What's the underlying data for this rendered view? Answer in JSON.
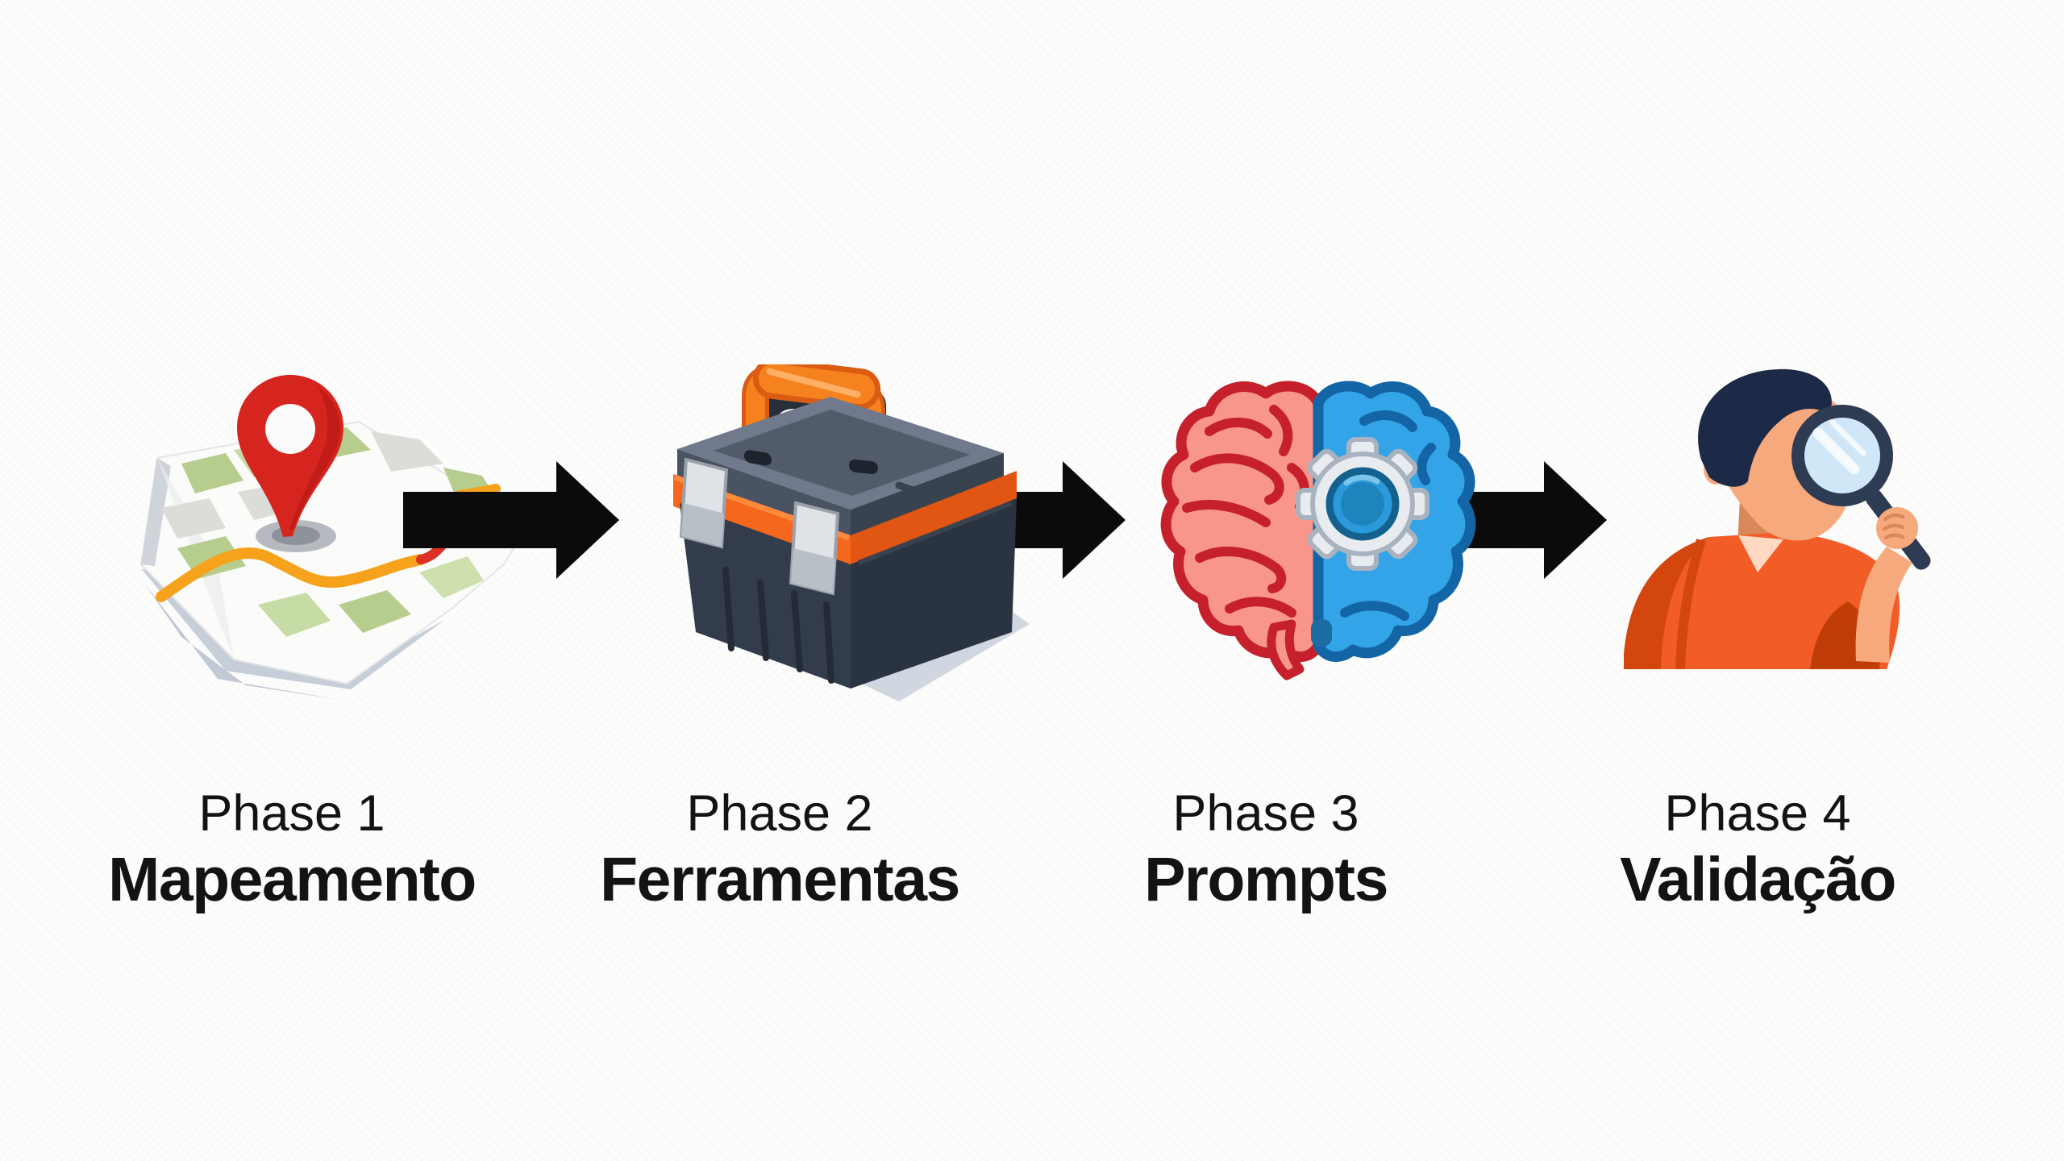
{
  "diagram": {
    "type": "process-flow",
    "direction": "left-to-right",
    "phases": [
      {
        "phase_label": "Phase 1",
        "name": "Mapeamento",
        "icon": "map-location-pin-icon"
      },
      {
        "phase_label": "Phase 2",
        "name": "Ferramentas",
        "icon": "toolbox-icon"
      },
      {
        "phase_label": "Phase 3",
        "name": "Prompts",
        "icon": "brain-gear-icon"
      },
      {
        "phase_label": "Phase 4",
        "name": "Validação",
        "icon": "person-magnifier-icon"
      }
    ],
    "arrow_count": 3,
    "colors": {
      "background": "#fdfdfc",
      "text": "#131313",
      "arrow_black": "#0b0b0b",
      "pin_red": "#d6251f",
      "map_green": "#b6cd8e",
      "route_orange": "#f6a21c",
      "route_red": "#da3025",
      "toolbox_dark": "#333c4b",
      "toolbox_orange": "#f4671c",
      "brain_red": "#c5202c",
      "brain_red_fill": "#f9968c",
      "brain_blue": "#1465a5",
      "brain_blue_fill": "#33a4e8",
      "gear_silver": "#e8ecf0",
      "shirt_orange": "#f25c26",
      "shirt_shade": "#d3470e",
      "hair_navy": "#1c2a47",
      "skin": "#f7a97e",
      "lens_blue": "#cfe7f6",
      "magnifier_frame": "#2d3c52"
    }
  }
}
